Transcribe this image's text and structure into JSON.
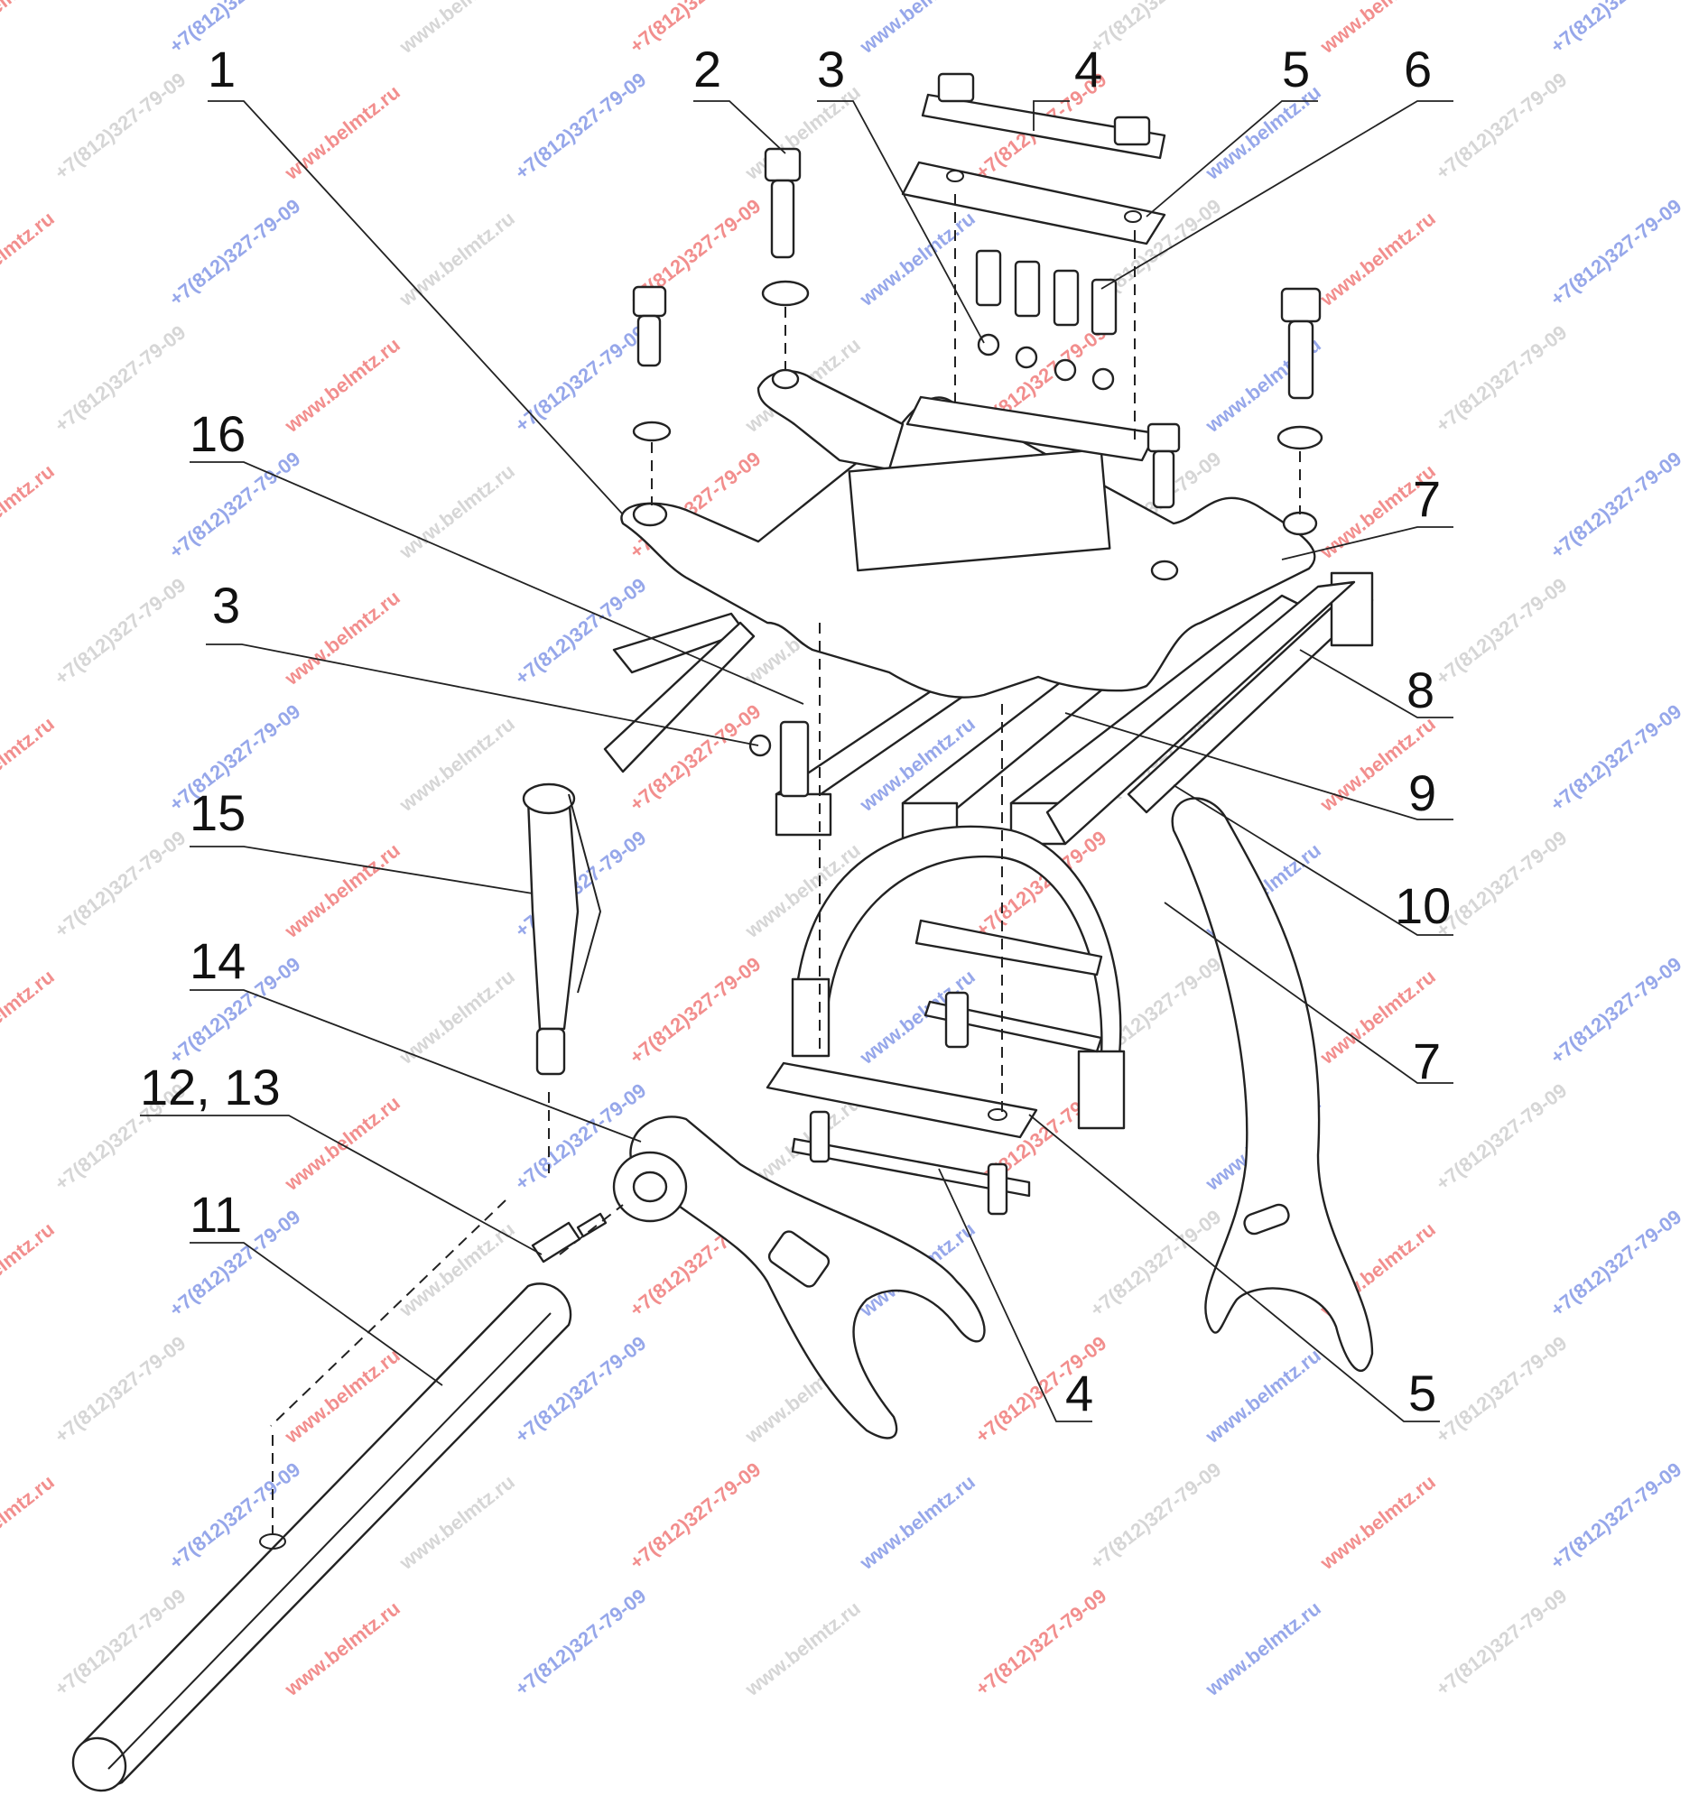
{
  "diagram": {
    "callouts": [
      {
        "id": "c1",
        "text": "1"
      },
      {
        "id": "c2",
        "text": "2"
      },
      {
        "id": "c3a",
        "text": "3"
      },
      {
        "id": "c4a",
        "text": "4"
      },
      {
        "id": "c5a",
        "text": "5"
      },
      {
        "id": "c6",
        "text": "6"
      },
      {
        "id": "c16",
        "text": "16"
      },
      {
        "id": "c3b",
        "text": "3"
      },
      {
        "id": "c7a",
        "text": "7"
      },
      {
        "id": "c8",
        "text": "8"
      },
      {
        "id": "c15",
        "text": "15"
      },
      {
        "id": "c9",
        "text": "9"
      },
      {
        "id": "c10",
        "text": "10"
      },
      {
        "id": "c14",
        "text": "14"
      },
      {
        "id": "c7b",
        "text": "7"
      },
      {
        "id": "c1213",
        "text": "12, 13"
      },
      {
        "id": "c11",
        "text": "11"
      },
      {
        "id": "c4b",
        "text": "4"
      },
      {
        "id": "c5b",
        "text": "5"
      }
    ],
    "watermarks": [
      "www.belmtz.ru",
      "+7(812)327-79-09"
    ],
    "colors": {
      "line": "#222222",
      "watermark_red": "#e8322f",
      "watermark_blue": "#3f5fd8",
      "watermark_gray": "#b4b4b4"
    }
  }
}
